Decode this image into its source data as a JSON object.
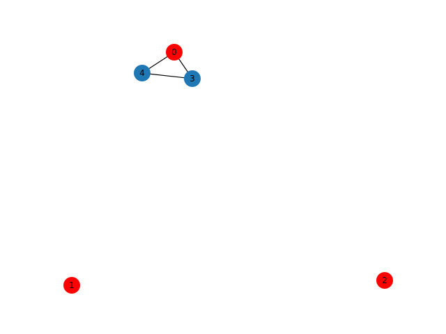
{
  "graph": {
    "nodes": [
      {
        "id": "0",
        "label": "0",
        "color": "#ff0000"
      },
      {
        "id": "1",
        "label": "1",
        "color": "#ff0000"
      },
      {
        "id": "2",
        "label": "2",
        "color": "#ff0000"
      },
      {
        "id": "3",
        "label": "3",
        "color": "#1f77b4"
      },
      {
        "id": "4",
        "label": "4",
        "color": "#1f77b4"
      }
    ],
    "edges": [
      {
        "source": "0",
        "target": "4"
      },
      {
        "source": "0",
        "target": "3"
      },
      {
        "source": "4",
        "target": "3"
      }
    ],
    "edge_color": "#000000",
    "label_color": "#000000"
  }
}
